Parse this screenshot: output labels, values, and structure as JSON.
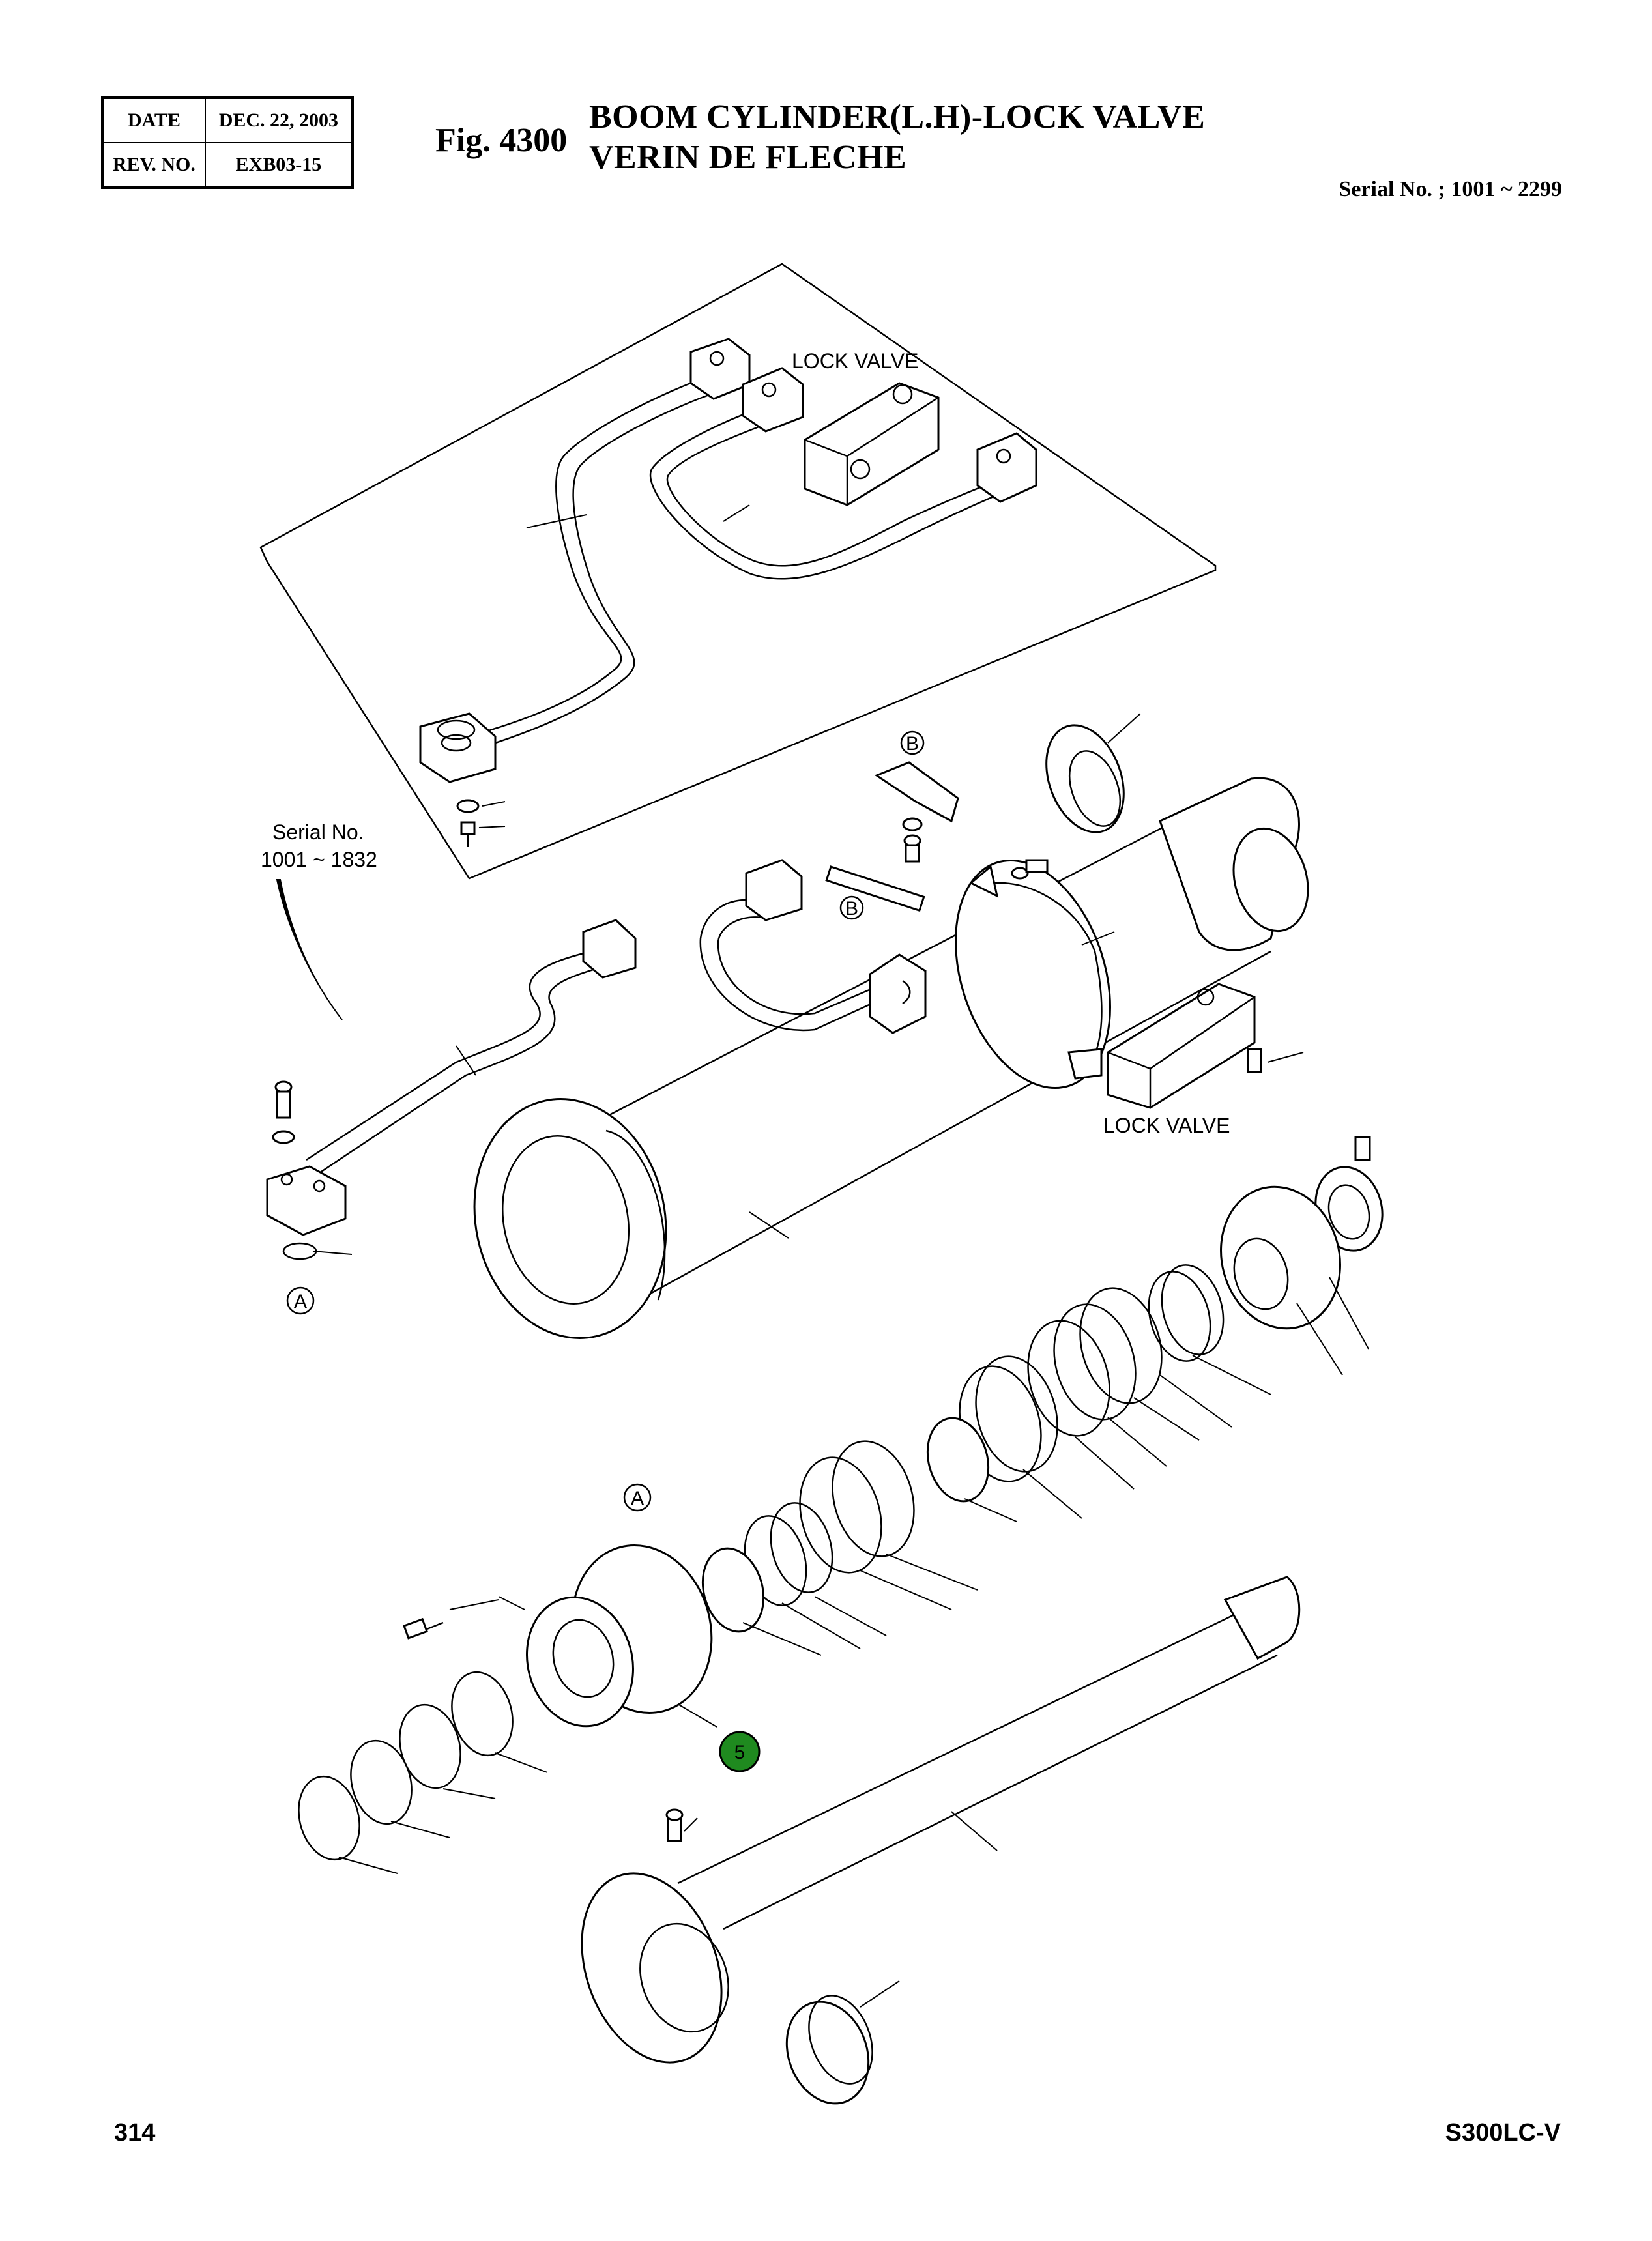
{
  "header": {
    "date_label": "DATE",
    "date_value": "DEC. 22, 2003",
    "rev_label": "REV. NO.",
    "rev_value": "EXB03-15",
    "fig_label": "Fig. 4300",
    "title_en": "BOOM CYLINDER(L.H)-LOCK VALVE",
    "title_fr": "VERIN DE FLECHE",
    "serial_range": "Serial No. ; 1001 ~ 2299"
  },
  "diagram": {
    "lock_valve_top": "LOCK VALVE",
    "lock_valve_mid": "LOCK VALVE",
    "serial_note_line1": "Serial No.",
    "serial_note_line2": "1001 ~ 1832",
    "ref_A_top": "A",
    "ref_A_bottom": "A",
    "ref_B_top": "B",
    "ref_B_bottom": "B",
    "callout_5": "5",
    "callout_5_color": "#1f8a1f"
  },
  "footer": {
    "page_number": "314",
    "model": "S300LC-V"
  }
}
